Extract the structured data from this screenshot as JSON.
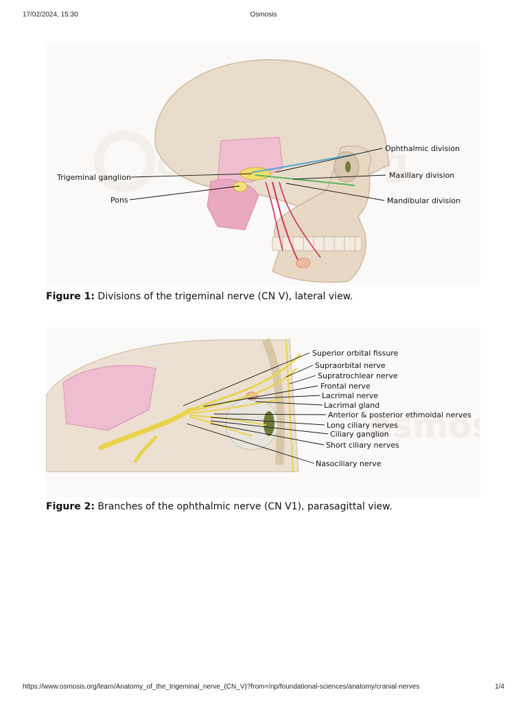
{
  "header": {
    "date": "17/02/2024, 15:30",
    "title": "Osmosis"
  },
  "footer": {
    "url": "https://www.osmosis.org/learn/Anatomy_of_the_trigeminal_nerve_(CN_V)?from=/np/foundational-sciences/anatomy/cranial-nerves",
    "page": "1/4"
  },
  "figure1": {
    "labels": {
      "ophthalmic": "Ophthalmic division",
      "trigeminal_ganglion": "Trigeminal ganglion",
      "maxillary": "Maxillary division",
      "pons": "Pons",
      "mandibular": "Mandibular division"
    },
    "caption_prefix": "Figure 1:",
    "caption_text": " Divisions of the trigeminal nerve (CN V), lateral view."
  },
  "figure2": {
    "labels": {
      "superior_orbital_fissure": "Superior orbital fissure",
      "supraorbital": "Supraorbital nerve",
      "supratrochlear": "Supratrochlear nerve",
      "frontal": "Frontal nerve",
      "lacrimal_nerve": "Lacrimal nerve",
      "lacrimal_gland": "Lacrimal gland",
      "ethmoidal": "Anterior & posterior ethmoidal nerves",
      "long_ciliary": "Long ciliary nerves",
      "ciliary_ganglion": "Ciliary ganglion",
      "short_ciliary": "Short ciliary nerves",
      "nasociliary": "Nasociliary nerve"
    },
    "caption_prefix": "Figure 2:",
    "caption_text": " Branches of the ophthalmic nerve (CN V1), parasagittal view."
  },
  "watermark": "osmosis.org"
}
